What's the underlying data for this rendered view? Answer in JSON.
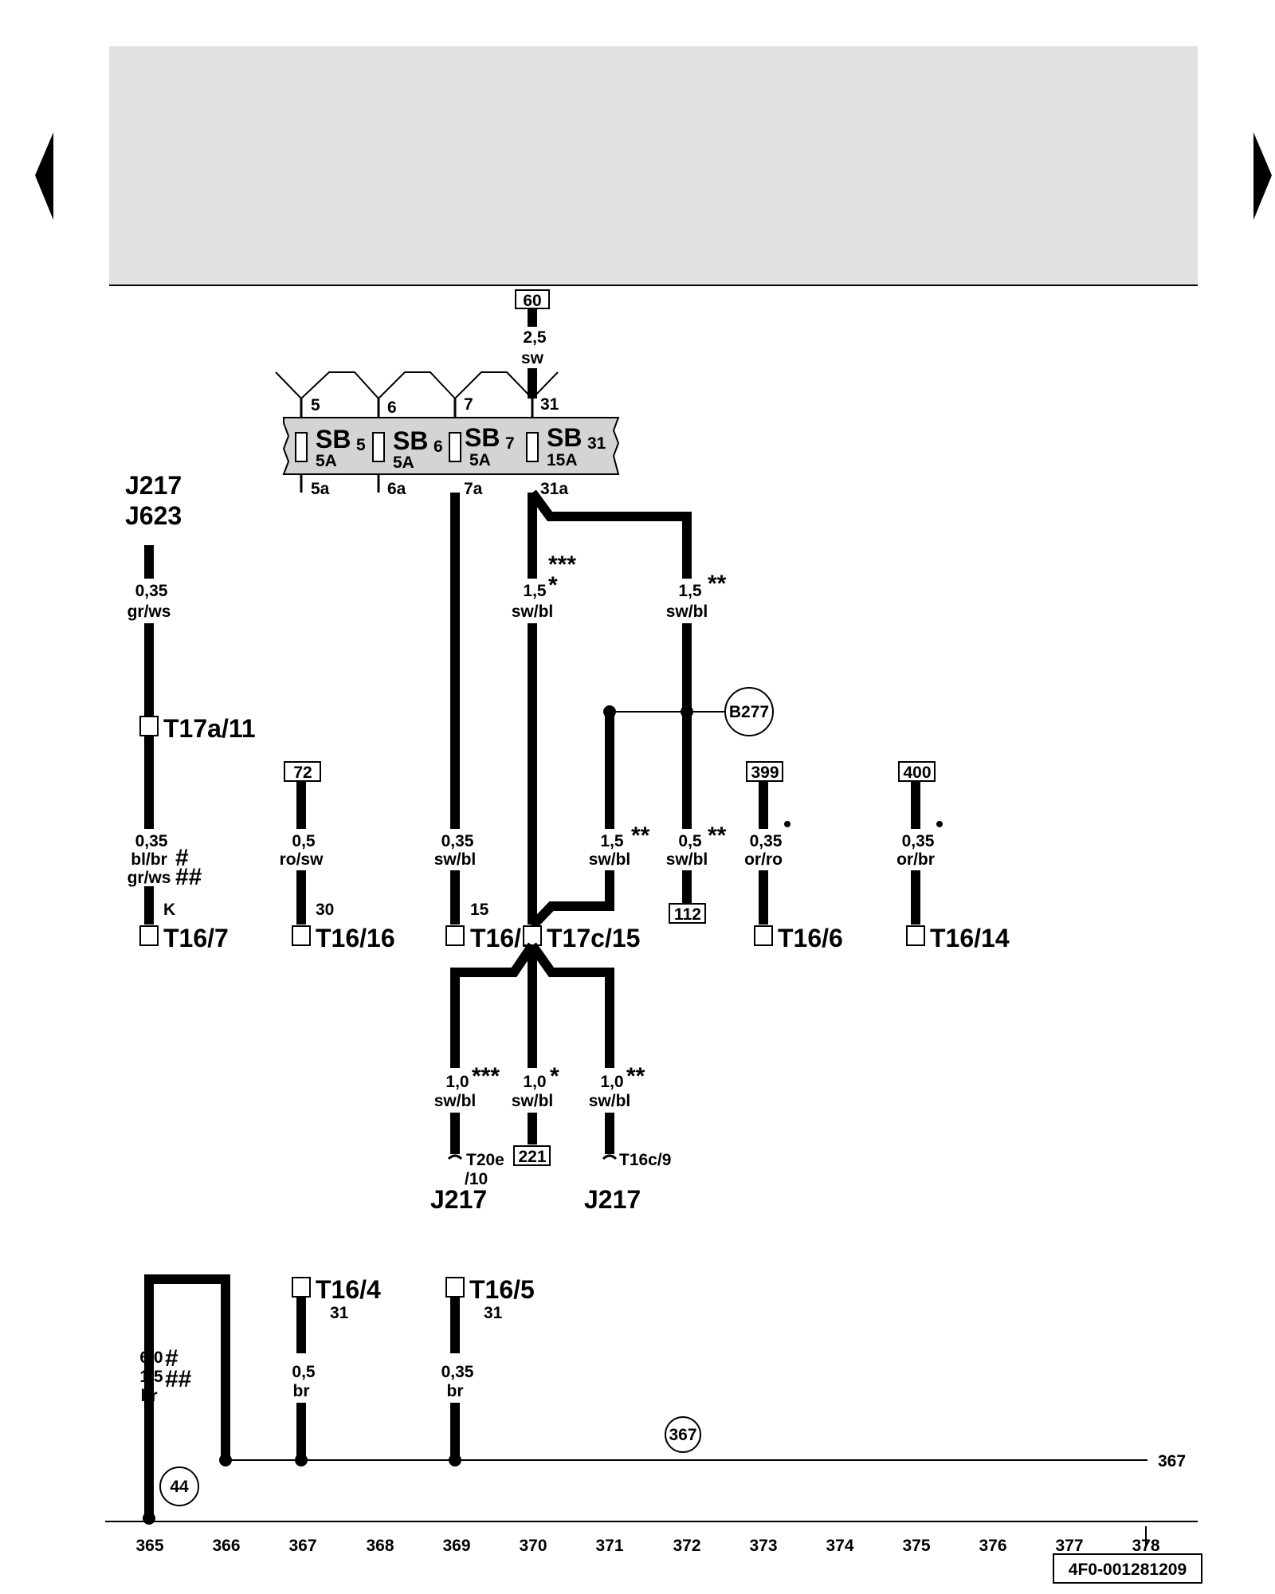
{
  "colors": {
    "header_bg": "#e1e1e1",
    "line": "#000000",
    "fuse_box_bg": "#d4d4d4"
  },
  "icons": {
    "prev": "triangle-left",
    "next": "triangle-right"
  },
  "document_id": "4F0-001281209",
  "references": {
    "r60": "60",
    "r72": "72",
    "r399": "399",
    "r400": "400",
    "r112": "112",
    "r221": "221"
  },
  "circles": {
    "b277": "B277",
    "c367": "367",
    "c44": "44"
  },
  "fuse_box": {
    "pins_top": [
      "5",
      "6",
      "7",
      "31"
    ],
    "pins_bottom": [
      "5a",
      "6a",
      "7a",
      "31a"
    ],
    "fuses": [
      {
        "name": "SB",
        "num": "5",
        "amp": "5A"
      },
      {
        "name": "SB",
        "num": "6",
        "amp": "5A"
      },
      {
        "name": "SB",
        "num": "7",
        "amp": "5A"
      },
      {
        "name": "SB",
        "num": "31",
        "amp": "15A"
      }
    ]
  },
  "components": {
    "j217": "J217",
    "j623": "J623"
  },
  "connectors": {
    "t17a_11": "T17a/11",
    "t16_7": "T16/7",
    "t16_16": "T16/16",
    "t16_1": "T16/1",
    "t17c_15": "T17c/15",
    "t16_6": "T16/6",
    "t16_14": "T16/14",
    "t16_4": "T16/4",
    "t16_5": "T16/5",
    "t20e_10": "T20e",
    "t20e_10b": "/10",
    "t16c_9": "T16c/9"
  },
  "wires": {
    "w_top_size": "2,5",
    "w_top_color": "sw",
    "w_left_size": "0,35",
    "w_left_color": "gr/ws",
    "w_left2_size": "0,35",
    "w_left2_color1": "bl/br",
    "w_left2_color2": "gr/ws",
    "w_72_size": "0,5",
    "w_72_color": "ro/sw",
    "w_7a_size": "0,35",
    "w_7a_color": "sw/bl",
    "w_31a_size": "1,5",
    "w_31a_color": "sw/bl",
    "w_r_size": "1,5",
    "w_r_color": "sw/bl",
    "w_b_size": "1,5",
    "w_b_color": "sw/bl",
    "w_112_size": "0,5",
    "w_112_color": "sw/bl",
    "w_399_size": "0,35",
    "w_399_color": "or/ro",
    "w_400_size": "0,35",
    "w_400_color": "or/br",
    "w_d1_size": "1,0",
    "w_d1_color": "sw/bl",
    "w_d2_size": "1,0",
    "w_d2_color": "sw/bl",
    "w_d3_size": "1,0",
    "w_d3_color": "sw/bl",
    "g1_size1": "6,0",
    "g1_size2": "1,5",
    "g1_color": "br",
    "g2_size": "0,5",
    "g2_color": "br",
    "g3_size": "0,35",
    "g3_color": "br"
  },
  "pin_labels": {
    "k": "K",
    "p30": "30",
    "p15": "15",
    "p31a": "31",
    "p31b": "31",
    "line367": "367"
  },
  "marks": {
    "m3": "***",
    "m1": "*",
    "m2": "**",
    "hash": "#",
    "hash2": "##",
    "m2b": "**",
    "m2c": "**",
    "m3b": "***",
    "m1b": "*",
    "m2d": "**",
    "hash3": "#",
    "hash4": "##"
  },
  "axis_numbers": [
    "365",
    "366",
    "367",
    "368",
    "369",
    "370",
    "371",
    "372",
    "373",
    "374",
    "375",
    "376",
    "377",
    "378"
  ]
}
